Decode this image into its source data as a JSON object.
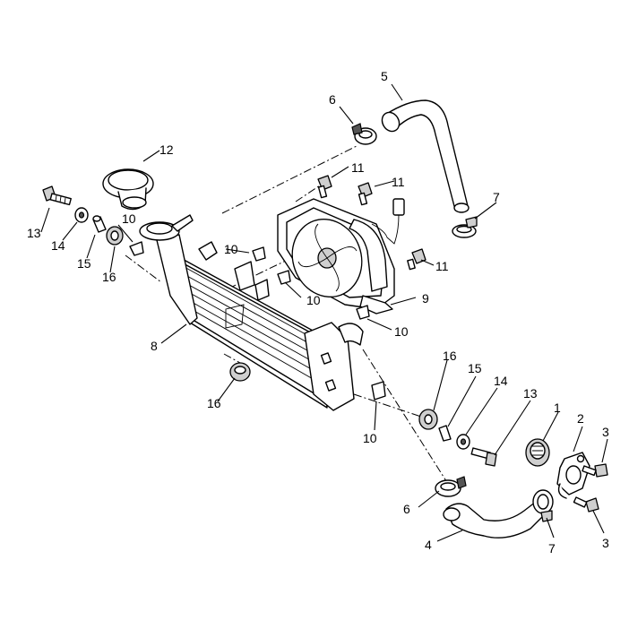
{
  "callouts": [
    {
      "id": "c1",
      "text": "1"
    },
    {
      "id": "c2",
      "text": "2"
    },
    {
      "id": "c3a",
      "text": "3"
    },
    {
      "id": "c3b",
      "text": "3"
    },
    {
      "id": "c4",
      "text": "4"
    },
    {
      "id": "c5",
      "text": "5"
    },
    {
      "id": "c6a",
      "text": "6"
    },
    {
      "id": "c6b",
      "text": "6"
    },
    {
      "id": "c7a",
      "text": "7"
    },
    {
      "id": "c7b",
      "text": "7"
    },
    {
      "id": "c8",
      "text": "8"
    },
    {
      "id": "c9",
      "text": "9"
    },
    {
      "id": "c10a",
      "text": "10"
    },
    {
      "id": "c10b",
      "text": "10"
    },
    {
      "id": "c10c",
      "text": "10"
    },
    {
      "id": "c10d",
      "text": "10"
    },
    {
      "id": "c10e",
      "text": "10"
    },
    {
      "id": "c11a",
      "text": "11"
    },
    {
      "id": "c11b",
      "text": "11"
    },
    {
      "id": "c11c",
      "text": "11"
    },
    {
      "id": "c12",
      "text": "12"
    },
    {
      "id": "c13a",
      "text": "13"
    },
    {
      "id": "c13b",
      "text": "13"
    },
    {
      "id": "c14a",
      "text": "14"
    },
    {
      "id": "c14b",
      "text": "14"
    },
    {
      "id": "c15a",
      "text": "15"
    },
    {
      "id": "c15b",
      "text": "15"
    },
    {
      "id": "c16a",
      "text": "16"
    },
    {
      "id": "c16b",
      "text": "16"
    },
    {
      "id": "c16c",
      "text": "16"
    }
  ]
}
